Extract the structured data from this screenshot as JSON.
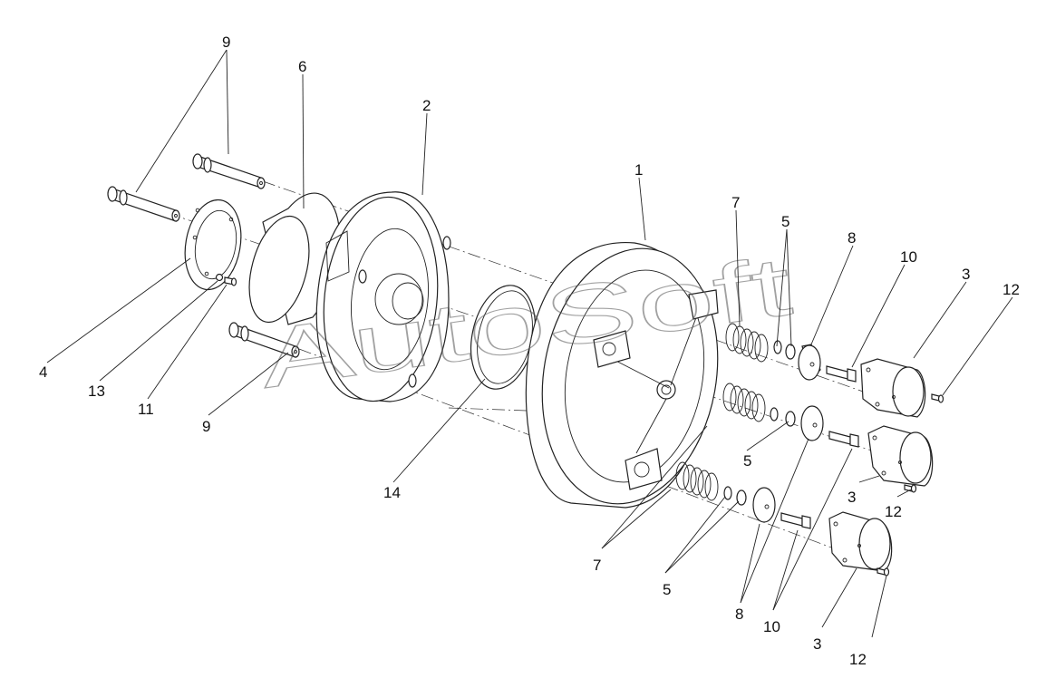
{
  "watermark": "AutoSoft",
  "callouts": {
    "c1": "1",
    "c2": "2",
    "c3a": "3",
    "c3b": "3",
    "c3c": "3",
    "c4": "4",
    "c5a": "5",
    "c5b": "5",
    "c5c": "5",
    "c6": "6",
    "c7a": "7",
    "c7b": "7",
    "c8a": "8",
    "c8b": "8",
    "c9a": "9",
    "c9b": "9",
    "c10a": "10",
    "c10b": "10",
    "c11": "11",
    "c12a": "12",
    "c12b": "12",
    "c12c": "12",
    "c13": "13",
    "c14": "14"
  }
}
